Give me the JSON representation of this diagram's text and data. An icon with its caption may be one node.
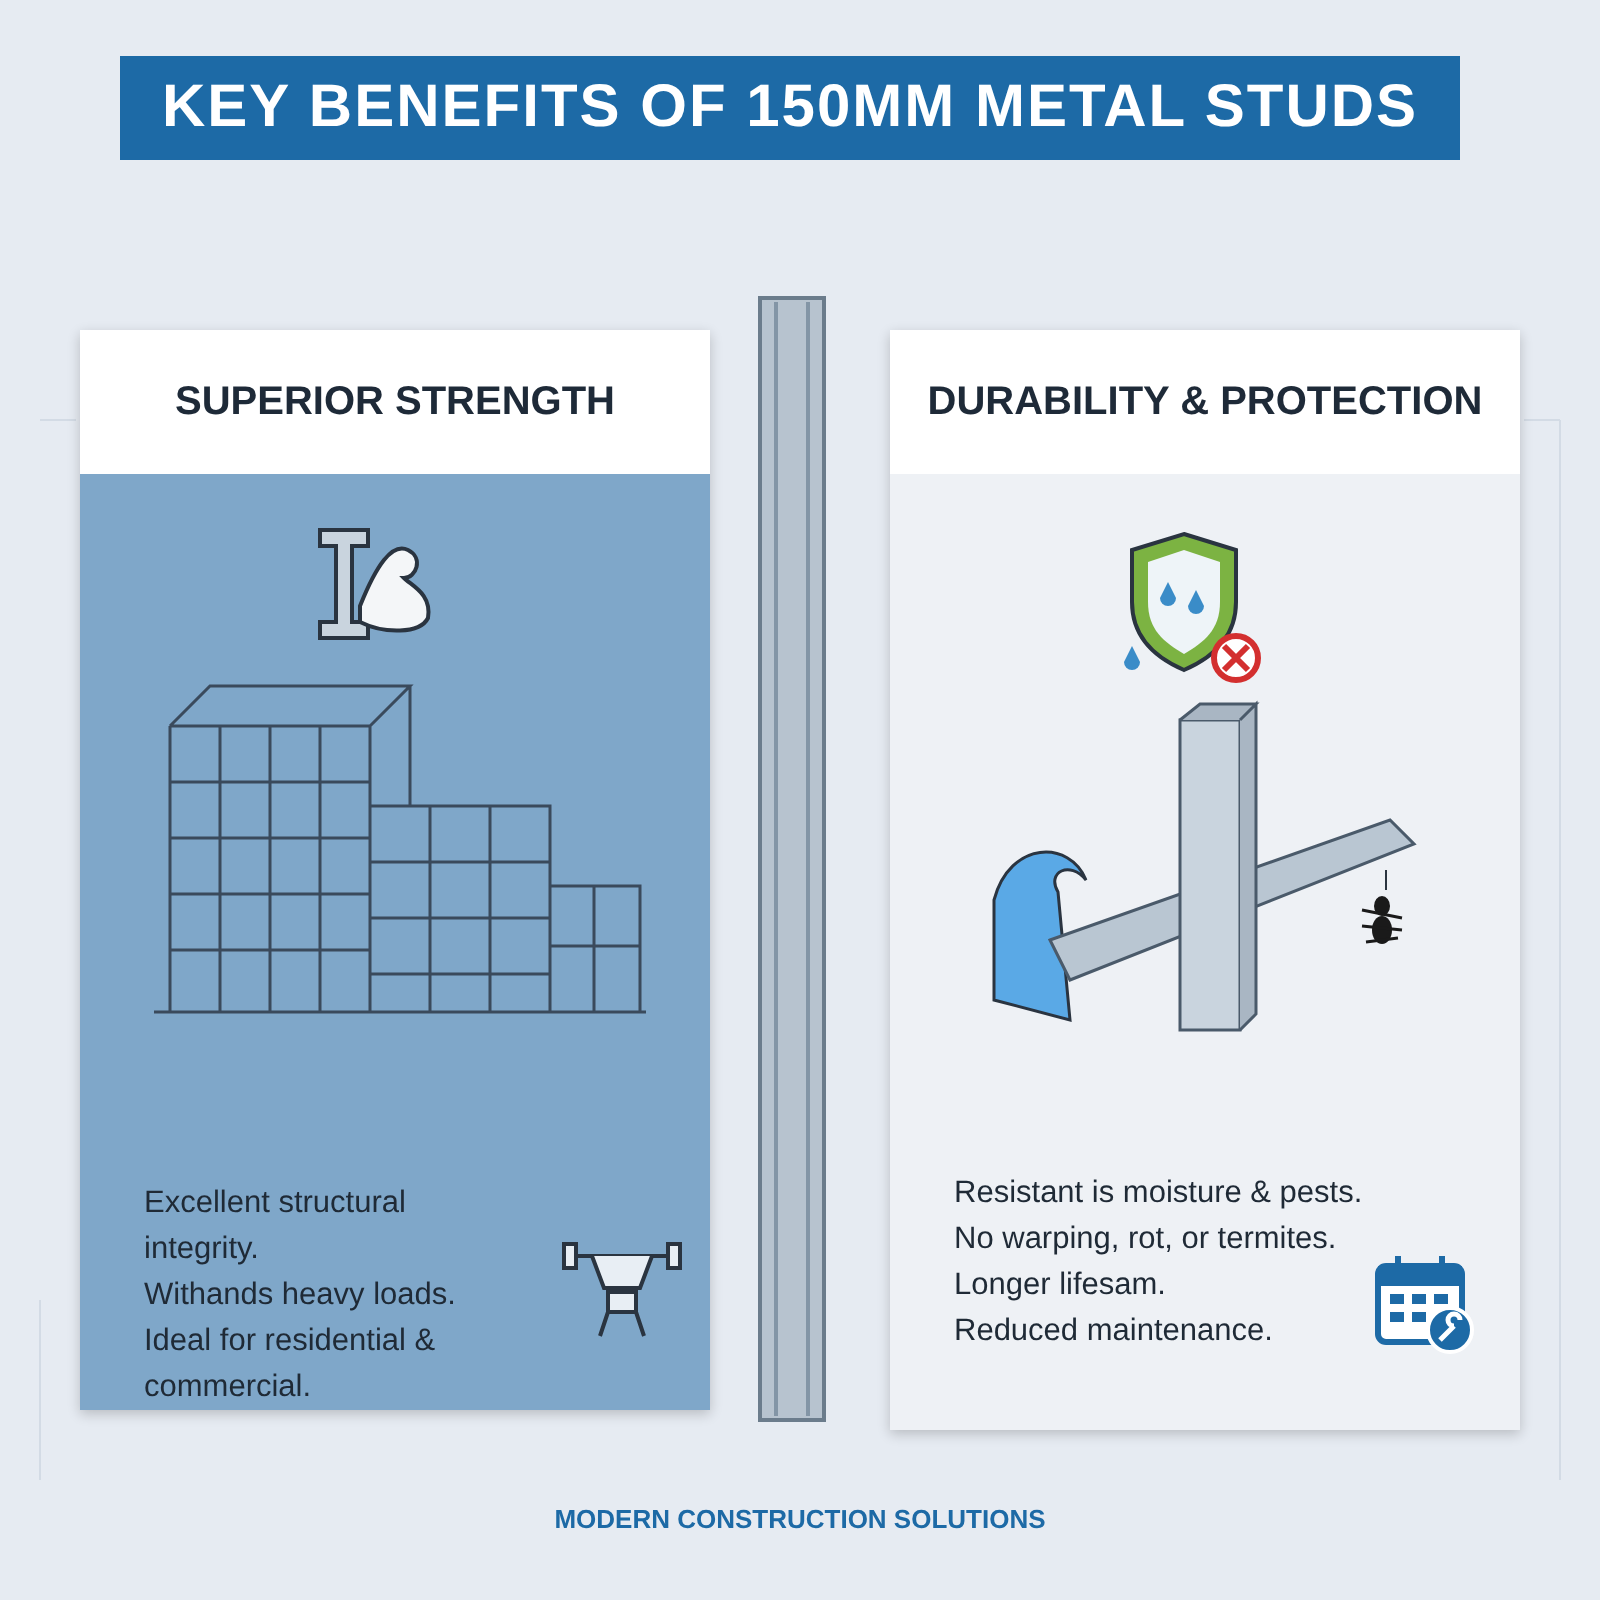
{
  "diagram": {
    "title": "KEY BENEFITS OF 150MM METAL STUDS",
    "nodes": [
      {
        "text": [
          "SUPERIOR STRENGTH",
          "Excellent structural integrity. Withands heavy loads. Ideal for residential & commercial."
        ]
      },
      {
        "text": [
          "DURABILITY & PROTECTION",
          "Resistant is moisture & pests. No warping, rot, or termites. Longer lifesam. Reduced maintenance."
        ]
      }
    ],
    "caption": "MODERN CONSTRUCTION SOLUTIONS"
  }
}
